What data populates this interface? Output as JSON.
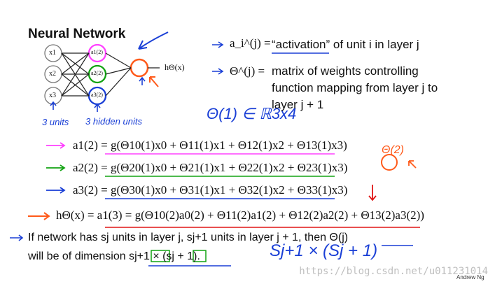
{
  "slide": {
    "title": "Neural Network",
    "network": {
      "inputs": [
        "x1",
        "x2",
        "x3"
      ],
      "hidden_labels": [
        "a1(2)",
        "a2(2)",
        "a3(2)"
      ],
      "output_label": "hΘ(x)",
      "annotation_left": "3 units",
      "annotation_mid": "3 hidden units"
    },
    "definitions": {
      "activation_symbol": "a_i^(j) =",
      "activation_text": "“activation” of unit i in layer j",
      "theta_symbol": "Θ^(j) =",
      "theta_line1": "matrix of weights controlling",
      "theta_line2": "function mapping from layer j to",
      "theta_line3": "layer j + 1"
    },
    "equations": {
      "e1": "a1(2) = g(Θ10(1)x0 + Θ11(1)x1 + Θ12(1)x2 + Θ13(1)x3)",
      "e2": "a2(2) = g(Θ20(1)x0 + Θ21(1)x1 + Θ22(1)x2 + Θ23(1)x3)",
      "e3": "a3(2) = g(Θ30(1)x0 + Θ31(1)x1 + Θ32(1)x2 + Θ33(1)x3)",
      "e4": "hΘ(x) = a1(3) = g(Θ10(2)a0(2) + Θ11(2)a1(2) + Θ12(2)a2(2) + Θ13(2)a3(2))"
    },
    "handwritten": {
      "theta_dim": "Θ(1) ∈ ℝ3x4",
      "theta2": "Θ(2)",
      "sj_formula": "Sj+1 × (Sj + 1)"
    },
    "bottom": {
      "line1": "If network has sj units in layer j, sj+1 units in layer j + 1, then Θ(j)",
      "line2": "will be of dimension sj+1 × (sj + 1).",
      "author": "Andrew Ng",
      "watermark": "https://blog.csdn.net/u011231014"
    },
    "colors": {
      "blue": "#1a3fd6",
      "magenta": "#ff40ff",
      "green": "#12a312",
      "orange": "#ff5a1a",
      "red": "#e01515"
    }
  }
}
